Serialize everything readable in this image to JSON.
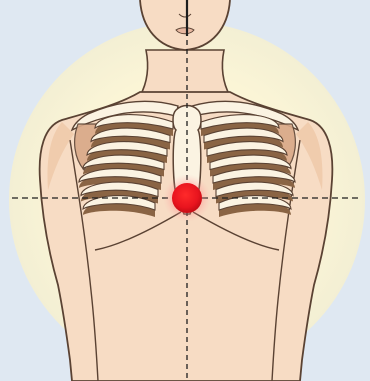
{
  "colors": {
    "background": "#dfe8f2",
    "halo": "#fbf7dc",
    "skin": "#f7dcc4",
    "skin_shadow": "#ecc4a4",
    "outline": "#5a4233",
    "bone": "#fbf3e2",
    "rib_shadow": "#8a6444",
    "marker": "#e8141e",
    "marker_glow": "#ff8a8a",
    "guide_line": "#1e1e1e"
  },
  "marker": {
    "icon": "red-dot-icon",
    "label": ""
  },
  "guides": {
    "vertical": "midline",
    "horizontal": "nipple-line",
    "style": "dashed"
  }
}
